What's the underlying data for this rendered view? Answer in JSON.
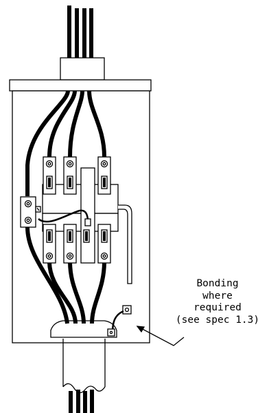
{
  "drawing": {
    "note": {
      "line1": "Bonding",
      "line2": "where",
      "line3": "required",
      "line4": "(see spec 1.3)"
    },
    "colors": {
      "line": "#000000",
      "background": "#ffffff"
    }
  }
}
